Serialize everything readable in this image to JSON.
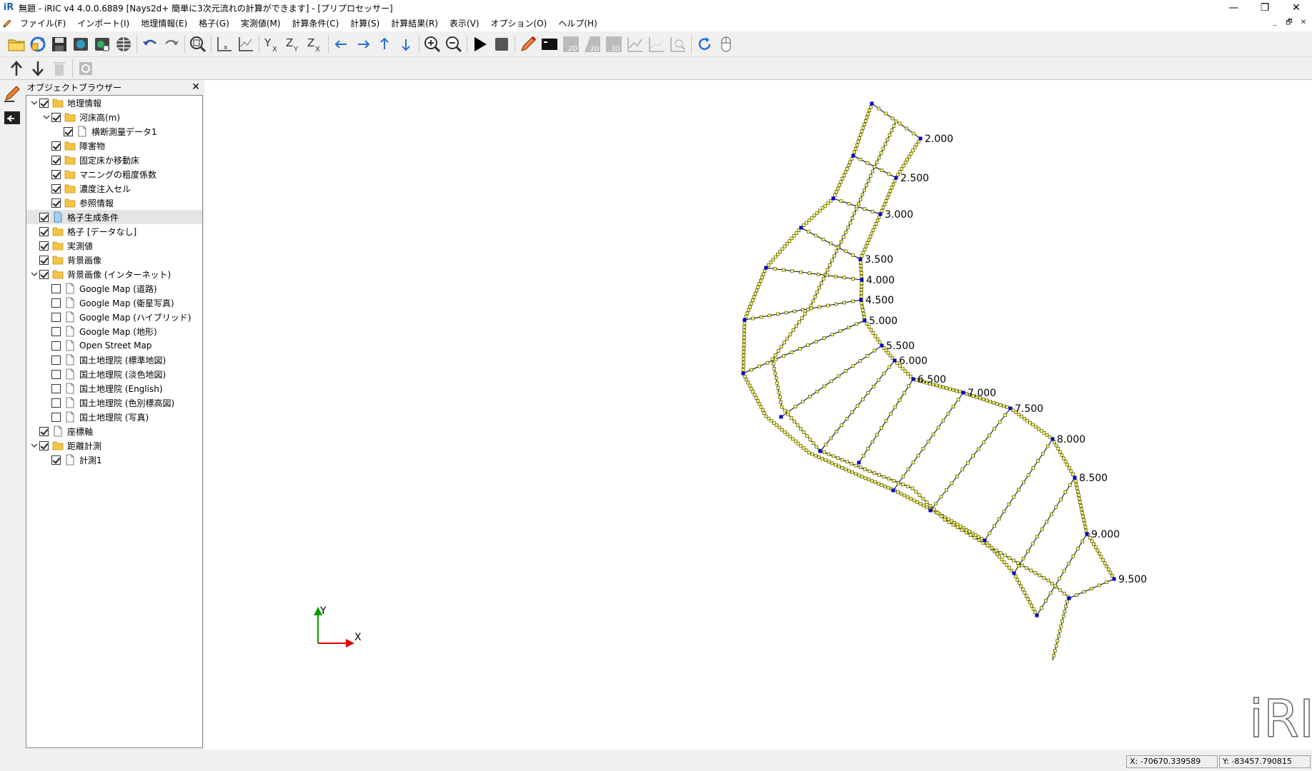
{
  "window": {
    "title": "無題 - iRIC v4 4.0.0.6889 [Nays2d+ 簡単に3次元流れの計算ができます] - [プリプロセッサー]",
    "app_icon": "iRIC-icon",
    "controls": {
      "minimize": "—",
      "maximize": "❐",
      "close": "✕"
    }
  },
  "menu": {
    "items": [
      {
        "label": "ファイル(F)"
      },
      {
        "label": "インポート(I)"
      },
      {
        "label": "地理情報(E)"
      },
      {
        "label": "格子(G)"
      },
      {
        "label": "実測値(M)"
      },
      {
        "label": "計算条件(C)"
      },
      {
        "label": "計算(S)"
      },
      {
        "label": "計算結果(R)"
      },
      {
        "label": "表示(V)"
      },
      {
        "label": "オプション(O)"
      },
      {
        "label": "ヘルプ(H)"
      }
    ],
    "mdi": {
      "minimize": "_",
      "restore": "🗗",
      "close": "✕"
    }
  },
  "object_browser": {
    "title": "オブジェクトブラウザー",
    "close": "✕",
    "tree": [
      {
        "label": "地理情報",
        "level": 0,
        "expander": "open",
        "checked": true,
        "icon": "folder"
      },
      {
        "label": "河床高(m)",
        "level": 1,
        "expander": "open",
        "checked": true,
        "icon": "folder"
      },
      {
        "label": "横断測量データ1",
        "level": 2,
        "expander": "none",
        "checked": true,
        "icon": "doc"
      },
      {
        "label": "障害物",
        "level": 1,
        "expander": "none",
        "checked": true,
        "icon": "folder"
      },
      {
        "label": "固定床か移動床",
        "level": 1,
        "expander": "none",
        "checked": true,
        "icon": "folder"
      },
      {
        "label": "マニングの粗度係数",
        "level": 1,
        "expander": "none",
        "checked": true,
        "icon": "folder"
      },
      {
        "label": "濃度注入セル",
        "level": 1,
        "expander": "none",
        "checked": true,
        "icon": "folder"
      },
      {
        "label": "参照情報",
        "level": 1,
        "expander": "none",
        "checked": true,
        "icon": "folder"
      },
      {
        "label": "格子生成条件",
        "level": 0,
        "expander": "none",
        "checked": true,
        "icon": "doc-blue",
        "selected": true
      },
      {
        "label": "格子 [データなし]",
        "level": 0,
        "expander": "none",
        "checked": true,
        "icon": "folder"
      },
      {
        "label": "実測値",
        "level": 0,
        "expander": "none",
        "checked": true,
        "icon": "folder"
      },
      {
        "label": "背景画像",
        "level": 0,
        "expander": "none",
        "checked": true,
        "icon": "folder"
      },
      {
        "label": "背景画像 (インターネット)",
        "level": 0,
        "expander": "open",
        "checked": true,
        "icon": "folder"
      },
      {
        "label": "Google Map (道路)",
        "level": 1,
        "expander": "none",
        "checked": false,
        "icon": "doc"
      },
      {
        "label": "Google Map (衛星写真)",
        "level": 1,
        "expander": "none",
        "checked": false,
        "icon": "doc"
      },
      {
        "label": "Google Map (ハイブリッド)",
        "level": 1,
        "expander": "none",
        "checked": false,
        "icon": "doc"
      },
      {
        "label": "Google Map (地形)",
        "level": 1,
        "expander": "none",
        "checked": false,
        "icon": "doc"
      },
      {
        "label": "Open Street Map",
        "level": 1,
        "expander": "none",
        "checked": false,
        "icon": "doc"
      },
      {
        "label": "国土地理院 (標準地図)",
        "level": 1,
        "expander": "none",
        "checked": false,
        "icon": "doc"
      },
      {
        "label": "国土地理院 (淡色地図)",
        "level": 1,
        "expander": "none",
        "checked": false,
        "icon": "doc"
      },
      {
        "label": "国土地理院 (English)",
        "level": 1,
        "expander": "none",
        "checked": false,
        "icon": "doc"
      },
      {
        "label": "国土地理院 (色別標高図)",
        "level": 1,
        "expander": "none",
        "checked": false,
        "icon": "doc"
      },
      {
        "label": "国土地理院 (写真)",
        "level": 1,
        "expander": "none",
        "checked": false,
        "icon": "doc"
      },
      {
        "label": "座標軸",
        "level": 0,
        "expander": "none",
        "checked": true,
        "icon": "doc"
      },
      {
        "label": "距離計測",
        "level": 0,
        "expander": "open",
        "checked": true,
        "icon": "folder"
      },
      {
        "label": "計測1",
        "level": 1,
        "expander": "none",
        "checked": true,
        "icon": "doc"
      }
    ]
  },
  "canvas": {
    "axis": {
      "x_label": "X",
      "y_label": "Y"
    },
    "cross_section_labels": [
      "2.000",
      "2.500",
      "3.000",
      "3.500",
      "4.000",
      "4.500",
      "5.000",
      "5.500",
      "6.000",
      "6.500",
      "7.000",
      "7.500",
      "8.000",
      "8.500",
      "9.000",
      "9.500"
    ],
    "logo_text": "iRIC",
    "colors": {
      "grid_line": "#000000",
      "node_fill": "#ffff66",
      "node_stroke": "#333300",
      "control_point": "#0000cc",
      "x_axis": "#e00000",
      "y_axis": "#00a000"
    }
  },
  "status": {
    "x": "X: -70670.339589",
    "y": "Y: -83457.790815"
  }
}
